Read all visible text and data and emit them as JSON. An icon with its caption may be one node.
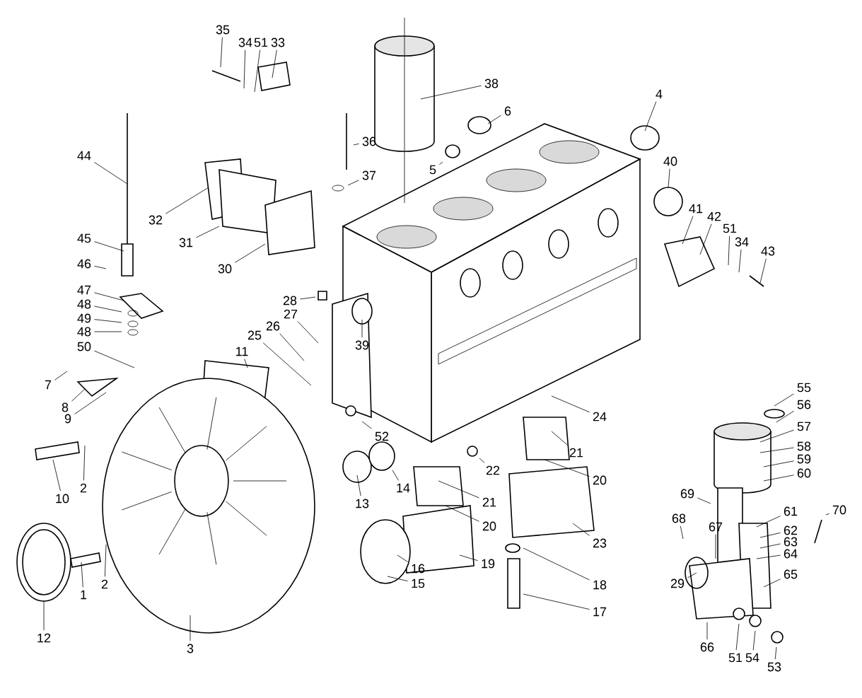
{
  "diagram": {
    "nodes": [
      {
        "text": [
          "35"
        ]
      },
      {
        "text": [
          "34"
        ]
      },
      {
        "text": [
          "51"
        ]
      },
      {
        "text": [
          "33"
        ]
      },
      {
        "text": [
          "38"
        ]
      },
      {
        "text": [
          "6"
        ]
      },
      {
        "text": [
          "36"
        ]
      },
      {
        "text": [
          "5"
        ]
      },
      {
        "text": [
          "37"
        ]
      },
      {
        "text": [
          "4"
        ]
      },
      {
        "text": [
          "40"
        ]
      },
      {
        "text": [
          "44"
        ]
      },
      {
        "text": [
          "32"
        ]
      },
      {
        "text": [
          "31"
        ]
      },
      {
        "text": [
          "30"
        ]
      },
      {
        "text": [
          "45"
        ]
      },
      {
        "text": [
          "46"
        ]
      },
      {
        "text": [
          "47"
        ]
      },
      {
        "text": [
          "48"
        ]
      },
      {
        "text": [
          "49"
        ]
      },
      {
        "text": [
          "48"
        ]
      },
      {
        "text": [
          "50"
        ]
      },
      {
        "text": [
          "41"
        ]
      },
      {
        "text": [
          "42"
        ]
      },
      {
        "text": [
          "51"
        ]
      },
      {
        "text": [
          "34"
        ]
      },
      {
        "text": [
          "43"
        ]
      },
      {
        "text": [
          "28"
        ]
      },
      {
        "text": [
          "27"
        ]
      },
      {
        "text": [
          "26"
        ]
      },
      {
        "text": [
          "25"
        ]
      },
      {
        "text": [
          "39"
        ]
      },
      {
        "text": [
          "11"
        ]
      },
      {
        "text": [
          "7"
        ]
      },
      {
        "text": [
          "8"
        ]
      },
      {
        "text": [
          "9"
        ]
      },
      {
        "text": [
          "52"
        ]
      },
      {
        "text": [
          "24"
        ]
      },
      {
        "text": [
          "55"
        ]
      },
      {
        "text": [
          "56"
        ]
      },
      {
        "text": [
          "57"
        ]
      },
      {
        "text": [
          "58"
        ]
      },
      {
        "text": [
          "59"
        ]
      },
      {
        "text": [
          "60"
        ]
      },
      {
        "text": [
          "22"
        ]
      },
      {
        "text": [
          "21"
        ]
      },
      {
        "text": [
          "20"
        ]
      },
      {
        "text": [
          "14"
        ]
      },
      {
        "text": [
          "13"
        ]
      },
      {
        "text": [
          "21"
        ]
      },
      {
        "text": [
          "20"
        ]
      },
      {
        "text": [
          "69"
        ]
      },
      {
        "text": [
          "61"
        ]
      },
      {
        "text": [
          "70"
        ]
      },
      {
        "text": [
          "68"
        ]
      },
      {
        "text": [
          "62"
        ]
      },
      {
        "text": [
          "67"
        ]
      },
      {
        "text": [
          "63"
        ]
      },
      {
        "text": [
          "64"
        ]
      },
      {
        "text": [
          "23"
        ]
      },
      {
        "text": [
          "29"
        ]
      },
      {
        "text": [
          "65"
        ]
      },
      {
        "text": [
          "10"
        ]
      },
      {
        "text": [
          "2"
        ]
      },
      {
        "text": [
          "18"
        ]
      },
      {
        "text": [
          "16"
        ]
      },
      {
        "text": [
          "19"
        ]
      },
      {
        "text": [
          "15"
        ]
      },
      {
        "text": [
          "1"
        ]
      },
      {
        "text": [
          "2"
        ]
      },
      {
        "text": [
          "17"
        ]
      },
      {
        "text": [
          "12"
        ]
      },
      {
        "text": [
          "3"
        ]
      },
      {
        "text": [
          "66"
        ]
      },
      {
        "text": [
          "51"
        ]
      },
      {
        "text": [
          "54"
        ]
      },
      {
        "text": [
          "53"
        ]
      }
    ],
    "edges": [
      {
        "from": 0,
        "to": null,
        "arrow": "none"
      },
      {
        "from": 1,
        "to": null,
        "arrow": "none"
      },
      {
        "from": 2,
        "to": null,
        "arrow": "none"
      },
      {
        "from": 3,
        "to": null,
        "arrow": "none"
      },
      {
        "from": 4,
        "to": null,
        "arrow": "none"
      },
      {
        "from": 5,
        "to": null,
        "arrow": "none"
      },
      {
        "from": 6,
        "to": null,
        "arrow": "none"
      },
      {
        "from": 7,
        "to": null,
        "arrow": "none"
      },
      {
        "from": 8,
        "to": null,
        "arrow": "none"
      },
      {
        "from": 9,
        "to": null,
        "arrow": "none"
      },
      {
        "from": 10,
        "to": null,
        "arrow": "none"
      },
      {
        "from": 11,
        "to": null,
        "arrow": "none"
      },
      {
        "from": 12,
        "to": null,
        "arrow": "none"
      },
      {
        "from": 13,
        "to": null,
        "arrow": "none"
      },
      {
        "from": 14,
        "to": null,
        "arrow": "none"
      },
      {
        "from": 15,
        "to": null,
        "arrow": "none"
      },
      {
        "from": 16,
        "to": null,
        "arrow": "none"
      },
      {
        "from": 17,
        "to": null,
        "arrow": "none"
      },
      {
        "from": 18,
        "to": null,
        "arrow": "none"
      },
      {
        "from": 19,
        "to": null,
        "arrow": "none"
      },
      {
        "from": 20,
        "to": null,
        "arrow": "none"
      },
      {
        "from": 21,
        "to": null,
        "arrow": "none"
      },
      {
        "from": 22,
        "to": null,
        "arrow": "none"
      },
      {
        "from": 23,
        "to": null,
        "arrow": "none"
      },
      {
        "from": 24,
        "to": null,
        "arrow": "none"
      },
      {
        "from": 25,
        "to": null,
        "arrow": "none"
      },
      {
        "from": 26,
        "to": null,
        "arrow": "none"
      },
      {
        "from": 27,
        "to": null,
        "arrow": "none"
      },
      {
        "from": 28,
        "to": null,
        "arrow": "none"
      },
      {
        "from": 29,
        "to": null,
        "arrow": "none"
      },
      {
        "from": 30,
        "to": null,
        "arrow": "none"
      },
      {
        "from": 31,
        "to": null,
        "arrow": "none"
      },
      {
        "from": 32,
        "to": null,
        "arrow": "none"
      },
      {
        "from": 33,
        "to": null,
        "arrow": "none"
      },
      {
        "from": 34,
        "to": null,
        "arrow": "none"
      },
      {
        "from": 35,
        "to": null,
        "arrow": "none"
      },
      {
        "from": 36,
        "to": null,
        "arrow": "none"
      },
      {
        "from": 37,
        "to": null,
        "arrow": "none"
      },
      {
        "from": 38,
        "to": null,
        "arrow": "none"
      },
      {
        "from": 39,
        "to": null,
        "arrow": "none"
      },
      {
        "from": 40,
        "to": null,
        "arrow": "none"
      },
      {
        "from": 41,
        "to": null,
        "arrow": "none"
      },
      {
        "from": 42,
        "to": null,
        "arrow": "none"
      },
      {
        "from": 43,
        "to": null,
        "arrow": "none"
      },
      {
        "from": 44,
        "to": null,
        "arrow": "none"
      },
      {
        "from": 45,
        "to": null,
        "arrow": "none"
      },
      {
        "from": 46,
        "to": null,
        "arrow": "none"
      },
      {
        "from": 47,
        "to": null,
        "arrow": "none"
      },
      {
        "from": 48,
        "to": null,
        "arrow": "none"
      },
      {
        "from": 49,
        "to": null,
        "arrow": "none"
      },
      {
        "from": 50,
        "to": null,
        "arrow": "none"
      },
      {
        "from": 51,
        "to": null,
        "arrow": "none"
      },
      {
        "from": 52,
        "to": null,
        "arrow": "none"
      },
      {
        "from": 53,
        "to": null,
        "arrow": "none"
      },
      {
        "from": 54,
        "to": null,
        "arrow": "none"
      },
      {
        "from": 55,
        "to": null,
        "arrow": "none"
      },
      {
        "from": 56,
        "to": null,
        "arrow": "none"
      },
      {
        "from": 57,
        "to": null,
        "arrow": "none"
      },
      {
        "from": 58,
        "to": null,
        "arrow": "none"
      },
      {
        "from": 59,
        "to": null,
        "arrow": "none"
      },
      {
        "from": 60,
        "to": null,
        "arrow": "none"
      },
      {
        "from": 61,
        "to": null,
        "arrow": "none"
      },
      {
        "from": 62,
        "to": null,
        "arrow": "none"
      },
      {
        "from": 63,
        "to": null,
        "arrow": "none"
      },
      {
        "from": 64,
        "to": null,
        "arrow": "none"
      },
      {
        "from": 65,
        "to": null,
        "arrow": "none"
      },
      {
        "from": 66,
        "to": null,
        "arrow": "none"
      },
      {
        "from": 67,
        "to": null,
        "arrow": "none"
      },
      {
        "from": 68,
        "to": null,
        "arrow": "none"
      },
      {
        "from": 69,
        "to": null,
        "arrow": "none"
      },
      {
        "from": 70,
        "to": null,
        "arrow": "none"
      },
      {
        "from": 71,
        "to": null,
        "arrow": "none"
      },
      {
        "from": 72,
        "to": null,
        "arrow": "none"
      },
      {
        "from": 73,
        "to": null,
        "arrow": "none"
      },
      {
        "from": 74,
        "to": null,
        "arrow": "none"
      },
      {
        "from": 75,
        "to": null,
        "arrow": "none"
      },
      {
        "from": 76,
        "to": null,
        "arrow": "none"
      }
    ]
  }
}
